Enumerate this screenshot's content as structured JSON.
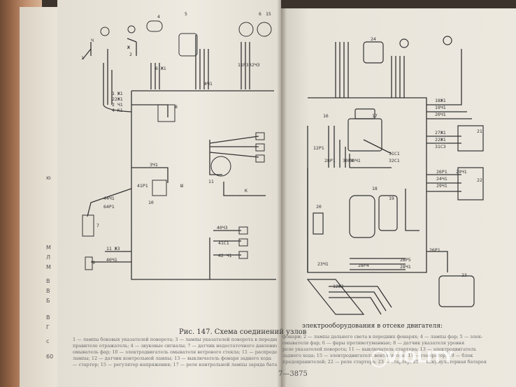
{
  "left_page": {
    "figure_title": "Рис. 147. Схема соединений узлов",
    "margin_fragments": [
      "ю",
      "М",
      "Л",
      "М",
      "В",
      "В",
      "Б",
      "В",
      "Г",
      "с",
      "60"
    ],
    "caption_lines": [
      "1 — лампы боковых указателей поворота; 3 — лампы указателей поворота в передних",
      "правителе отражатель; 4 — звуковые сигналы; 7 — датчик недостаточного давления",
      "омыватель фар; 10 — электродвигатель омывателя ветрового стекла; 11 — распределитель",
      "лампы; 12 — датчик контрольной лампы; 13 — выключатель фонаря заднего хода",
      "— стартер; 15 — регулятор напряжения; 17 — реле контрольной лампы заряда батарей"
    ],
    "wire_labels": [
      "1 Ж1",
      "22Ж1",
      "2 Ч1",
      "4 К1",
      "4Ч1",
      "6 Ж1",
      "3Ч1",
      "41Р1",
      "44Ч1",
      "64Р1",
      "11 Ж3",
      "40Ч1",
      "40Ч3",
      "41С1",
      "42 Ч1",
      "11Р3",
      "32Ч3",
      "Ж",
      "Ч",
      "К",
      "Ш"
    ],
    "components": [
      "1",
      "2",
      "4",
      "5",
      "6",
      "7",
      "8",
      "9",
      "10",
      "11",
      "15"
    ]
  },
  "right_page": {
    "figure_title": "электрооборудования в отсеке двигателя:",
    "caption_lines": [
      "фонари; 2 — лампы дальнего света в передних фонарях; 4 — лампы фар; 5 — элек-",
      "омывателя фар; 6 — фары противотуманные; 8 — датчик указателя уровня",
      "реле указателей поворота; 11 — выключатель стартера; 13 — электродвигатель",
      "заднего хода; 15 — электродвигатель вентилятора; 17 — генератор; 19 — блок",
      "предохранителей; 22 — реле стартера; 23 — стартер; 25 — аккумуляторная батарея"
    ],
    "wire_labels": [
      "18Ж1",
      "19Ч1",
      "20Ч1",
      "27Ж1",
      "22Ж1",
      "31С1",
      "32С1",
      "31С3",
      "26Р1",
      "24Ч1",
      "29Ч1",
      "29Ч1",
      "12Р1",
      "28Р1",
      "30Р4",
      "30Ч1",
      "28Р4",
      "28Р5",
      "28Ч1",
      "26Р1",
      "23Ч1",
      "12Ж2"
    ],
    "components": [
      "16",
      "17",
      "18",
      "19",
      "20",
      "21",
      "22",
      "23",
      "24"
    ],
    "page_number": "7—3875"
  },
  "watermark": "VIOLITY"
}
